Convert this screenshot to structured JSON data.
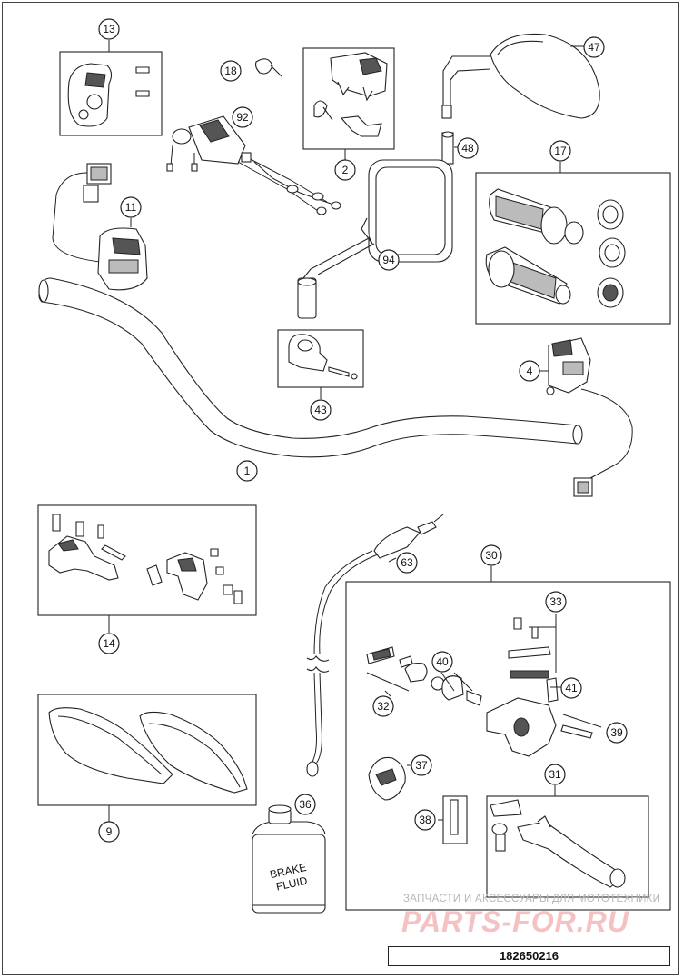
{
  "callouts": {
    "c1": "1",
    "c2": "2",
    "c4": "4",
    "c9": "9",
    "c11": "11",
    "c13": "13",
    "c14": "14",
    "c17": "17",
    "c18": "18",
    "c30": "30",
    "c31": "31",
    "c32": "32",
    "c33": "33",
    "c36": "36",
    "c37": "37",
    "c38": "38",
    "c39": "39",
    "c40": "40",
    "c41": "41",
    "c43": "43",
    "c47": "47",
    "c48": "48",
    "c63": "63",
    "c92": "92",
    "c94": "94"
  },
  "fluid_label": {
    "line1": "BRAKE",
    "line2": "FLUID"
  },
  "watermark": {
    "text": "ЗАПЧАСТИ И АКСЕССУАРЫ ДЛЯ МОТОТЕХНИКИ",
    "logo": "PARTS-FOR.RU"
  },
  "document_number": "182650216"
}
